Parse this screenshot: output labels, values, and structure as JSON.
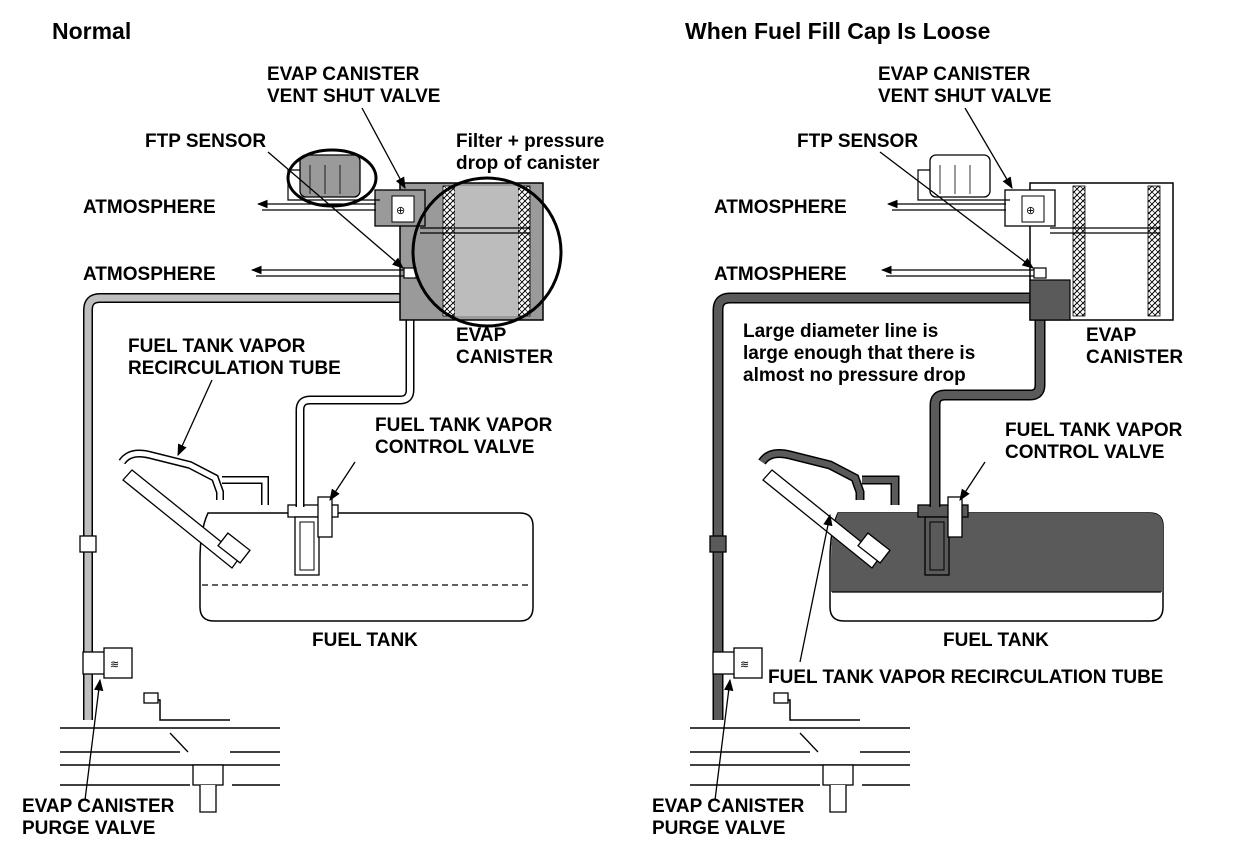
{
  "panels": {
    "normal": {
      "title": "Normal",
      "vent_valve_line1": "EVAP CANISTER",
      "vent_valve_line2": "VENT SHUT VALVE",
      "ftp_sensor": "FTP SENSOR",
      "filter_note_line1": "Filter + pressure",
      "filter_note_line2": "drop of canister",
      "atmosphere_upper": "ATMOSPHERE",
      "atmosphere_lower": "ATMOSPHERE",
      "recirc_tube_line1": "FUEL TANK VAPOR",
      "recirc_tube_line2": "RECIRCULATION TUBE",
      "canister_line1": "EVAP",
      "canister_line2": "CANISTER",
      "control_valve_line1": "FUEL TANK VAPOR",
      "control_valve_line2": "CONTROL VALVE",
      "fuel_tank": "FUEL TANK",
      "purge_valve_line1": "EVAP CANISTER",
      "purge_valve_line2": "PURGE VALVE"
    },
    "loose": {
      "title": "When Fuel Fill Cap Is Loose",
      "vent_valve_line1": "EVAP CANISTER",
      "vent_valve_line2": "VENT SHUT VALVE",
      "ftp_sensor": "FTP SENSOR",
      "atmosphere_upper": "ATMOSPHERE",
      "atmosphere_lower": "ATMOSPHERE",
      "line_note_line1": "Large diameter line is",
      "line_note_line2": "large enough that there is",
      "line_note_line3": "almost no pressure drop",
      "canister_line1": "EVAP",
      "canister_line2": "CANISTER",
      "control_valve_line1": "FUEL TANK VAPOR",
      "control_valve_line2": "CONTROL VALVE",
      "fuel_tank": "FUEL TANK",
      "recirc_tube": "FUEL TANK VAPOR RECIRCULATION TUBE",
      "purge_valve_line1": "EVAP CANISTER",
      "purge_valve_line2": "PURGE VALVE"
    }
  },
  "colors": {
    "line": "#000000",
    "light_fill": "#bfbfbf",
    "mid_fill": "#9a9a9a",
    "dark_fill": "#5a5a5a",
    "background": "#ffffff"
  }
}
